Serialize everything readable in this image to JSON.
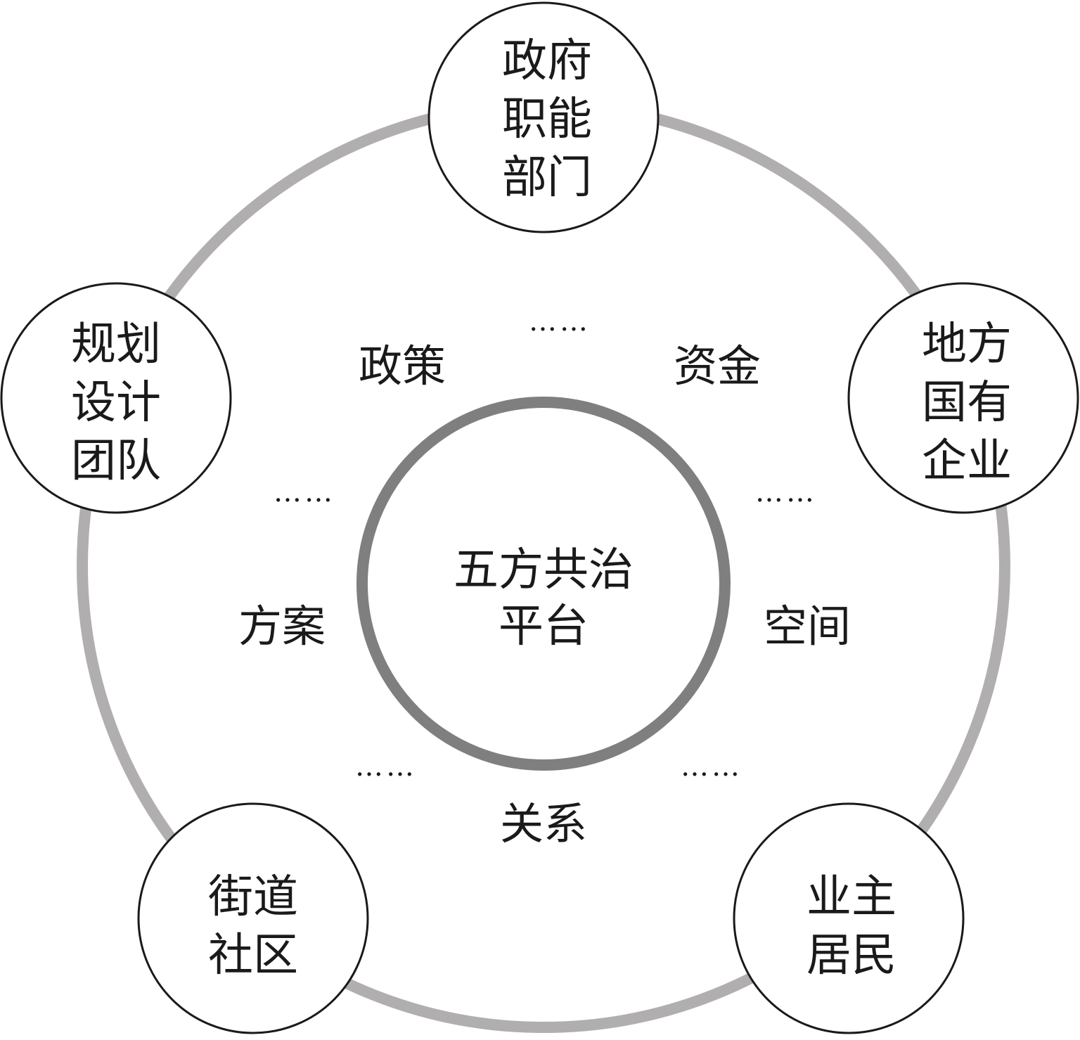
{
  "center": {
    "lines": [
      "五方共治",
      "平台"
    ]
  },
  "nodes": [
    {
      "id": "gov",
      "lines": [
        "政府",
        "职能",
        "部门"
      ]
    },
    {
      "id": "soe",
      "lines": [
        "地方",
        "国有",
        "企业"
      ]
    },
    {
      "id": "owners",
      "lines": [
        "业主",
        "居民"
      ]
    },
    {
      "id": "street",
      "lines": [
        "街道",
        "社区"
      ]
    },
    {
      "id": "design",
      "lines": [
        "规划",
        "设计",
        "团队"
      ]
    }
  ],
  "resources": {
    "policy": "政策",
    "funds": "资金",
    "space": "空间",
    "relations": "关系",
    "plan": "方案"
  },
  "ellipsis": "……",
  "colors": {
    "outer_ring": "#b0aeae",
    "inner_ring": "#7f7f7f",
    "node_stroke": "#1a1a1a",
    "text": "#1a1a1a"
  }
}
